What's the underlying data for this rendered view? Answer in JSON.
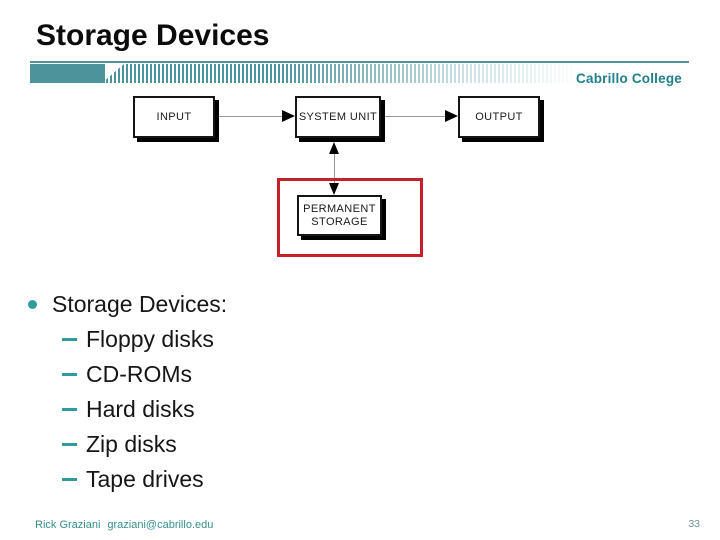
{
  "slide": {
    "title": "Storage Devices",
    "brand": "Cabrillo College",
    "footer": {
      "author": "Rick Graziani",
      "email": "graziani@cabrillo.edu",
      "page_number": "33"
    }
  },
  "diagram": {
    "boxes": [
      {
        "id": "input",
        "label": "INPUT"
      },
      {
        "id": "system-unit",
        "label": "SYSTEM UNIT"
      },
      {
        "id": "output",
        "label": "OUTPUT"
      },
      {
        "id": "permanent-storage",
        "label": "PERMANENT STORAGE"
      }
    ],
    "connections": [
      "INPUT -> SYSTEM UNIT",
      "SYSTEM UNIT -> OUTPUT",
      "SYSTEM UNIT <-> PERMANENT STORAGE"
    ],
    "highlight": "red rectangle around PERMANENT STORAGE"
  },
  "list": {
    "heading": "Storage Devices:",
    "items": [
      "Floppy disks",
      "CD-ROMs",
      "Hard disks",
      "Zip disks",
      "Tape drives"
    ]
  },
  "icons": {
    "bullet": "●",
    "dash": "–",
    "arrow_right": "►",
    "arrow_up": "▲",
    "arrow_down": "▼"
  },
  "colors": {
    "teal_bar": "#4d939b",
    "accent_teal": "#2f9b9b",
    "brand_text": "#1f7f8a",
    "highlight_red": "#c32127",
    "footer_teal": "#368f8f"
  }
}
